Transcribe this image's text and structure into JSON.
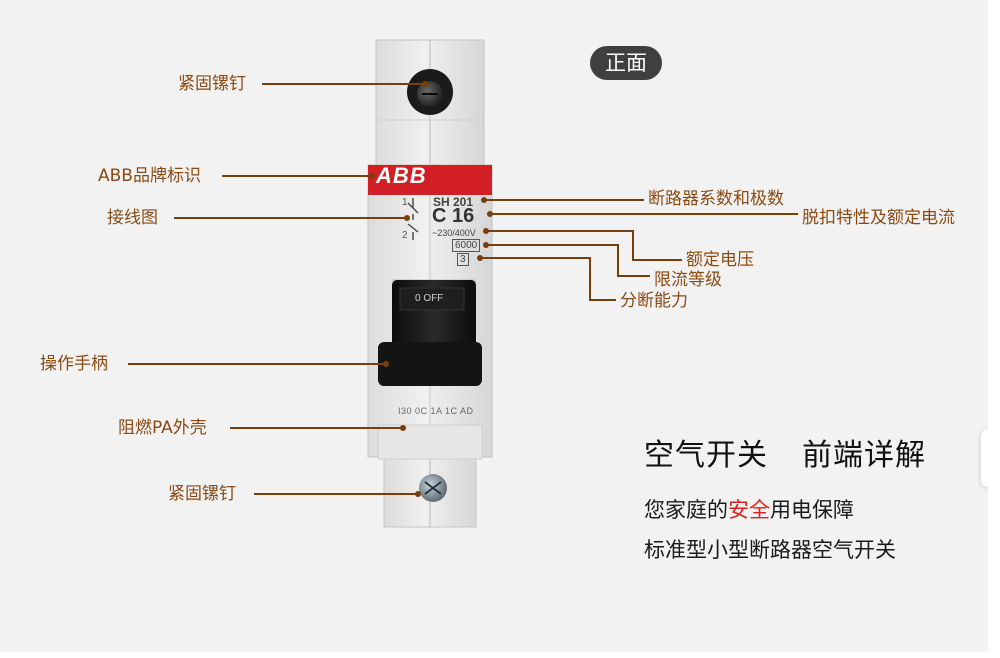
{
  "badge": "正面",
  "labels": {
    "screw_top": "紧固镙钉",
    "brand": "ABB品牌标识",
    "wiring": "接线图",
    "handle": "操作手柄",
    "housing": "阻燃PA外壳",
    "screw_bottom": "紧固镙钉",
    "poles": "断路器系数和极数",
    "trip": "脱扣特性及额定电流",
    "voltage": "额定电压",
    "limit": "限流等级",
    "breaking": "分断能力"
  },
  "device": {
    "logo": "ABB",
    "model": "SH 201",
    "rating": "C 16",
    "voltage": "~230/400V",
    "capacity": "6000",
    "class": "3",
    "handle_text": "0 OFF",
    "cert": "I30 0C 1A 1C AD",
    "terminal_1": "1",
    "terminal_2": "2"
  },
  "headline": {
    "part1": "空气开关",
    "part2": "前端详解"
  },
  "subline1": {
    "before": "您家庭的",
    "highlight": "安全",
    "after": "用电保障"
  },
  "subline2": "标准型小型断路器空气开关",
  "colors": {
    "label": "#8a4a12",
    "leader": "#7a3e0c",
    "accent_red": "#e0201b",
    "abb_red": "#d21f26"
  }
}
